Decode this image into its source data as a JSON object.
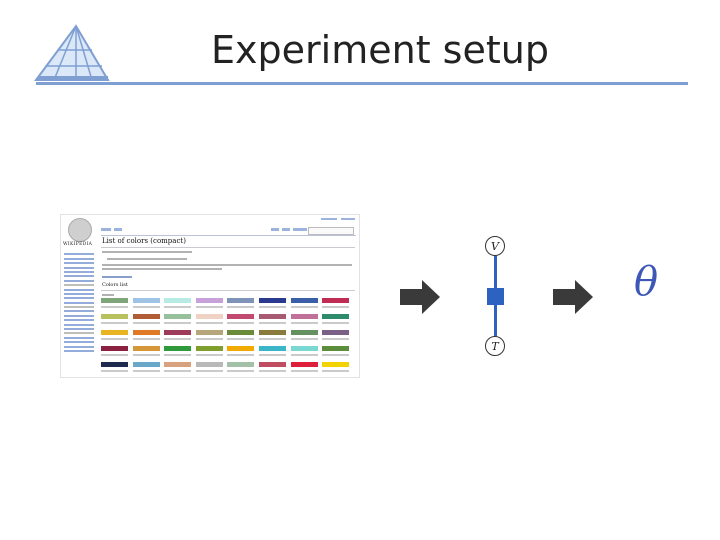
{
  "slide": {
    "title": "Experiment setup"
  },
  "screenshot": {
    "site_name": "WIKIPEDIA",
    "article_title": "List of colors (compact)",
    "section_heading": "Colors list",
    "swatch_colors": [
      "#7fa67a",
      "#9fc3e4",
      "#b9ebe5",
      "#c7a1d9",
      "#7d93b7",
      "#2a3b8f",
      "#3b5ea8",
      "#c12c55",
      "#b7c15e",
      "#b05c34",
      "#96c09c",
      "#efd2c4",
      "#c24a70",
      "#a85a73",
      "#c17099",
      "#2d8a6b",
      "#e8b422",
      "#e07a26",
      "#9e3b5a",
      "#b7a57b",
      "#6c8b3a",
      "#8a7a3c",
      "#64915f",
      "#7a5f86",
      "#8a2140",
      "#d5973a",
      "#2f9a3c",
      "#7e9e2e",
      "#f2a900",
      "#3ab6c8",
      "#7ad8d3",
      "#5b8d3b",
      "#1f2b4e",
      "#6aa7c9",
      "#d9a27e",
      "#b9b9b9",
      "#a3c1a6",
      "#c04c62",
      "#dd1f3b",
      "#f2d200"
    ]
  },
  "diagram": {
    "node_top": "V",
    "node_bottom": "T",
    "result_symbol": "θ",
    "edge_color": "#2e62c0",
    "arrow_color": "#3a3a3a"
  }
}
